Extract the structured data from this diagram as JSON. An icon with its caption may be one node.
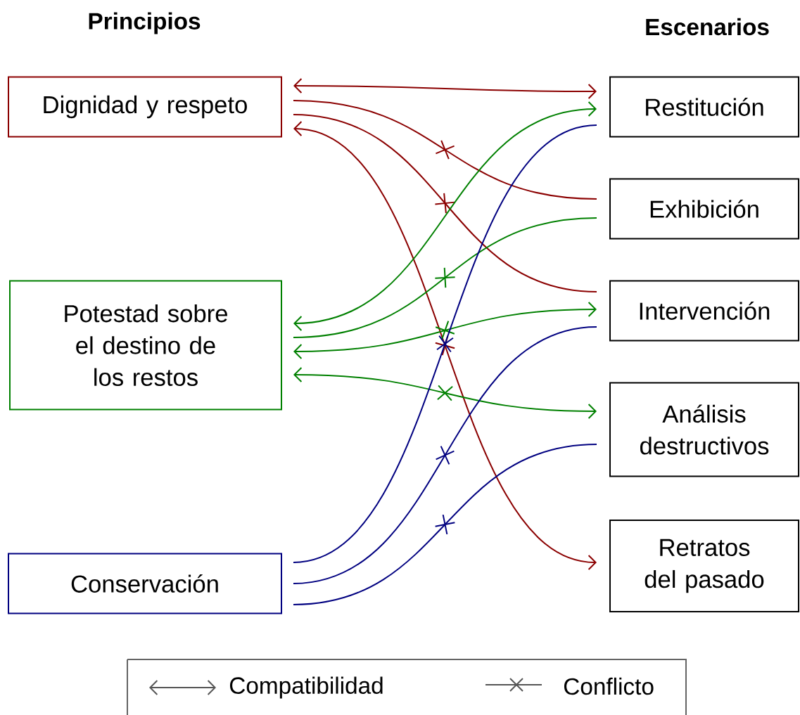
{
  "diagram": {
    "nodes": [
      {
        "text": [
          "Dignidad y respeto"
        ]
      },
      {
        "text": [
          "Potestad sobre el destino de los restos"
        ]
      },
      {
        "text": [
          "Conservación"
        ]
      },
      {
        "text": [
          "Restitución"
        ]
      },
      {
        "text": [
          "Exhibición"
        ]
      },
      {
        "text": [
          "Intervención"
        ]
      },
      {
        "text": [
          "Análisis destructivos"
        ]
      },
      {
        "text": [
          "Retratos del pasado"
        ]
      }
    ],
    "edges": [
      {
        "from": 0,
        "to": 3,
        "arrow": "both",
        "color": "#8b0000"
      },
      {
        "from": 0,
        "to": 4,
        "arrow": "none",
        "color": "#8b0000"
      },
      {
        "from": 0,
        "to": 5,
        "arrow": "none",
        "color": "#8b0000"
      },
      {
        "from": 0,
        "to": 7,
        "arrow": "both",
        "color": "#8b0000"
      },
      {
        "from": 1,
        "to": 3,
        "arrow": "both",
        "color": "#008000"
      },
      {
        "from": 1,
        "to": 4,
        "arrow": "none",
        "color": "#008000"
      },
      {
        "from": 1,
        "to": 5,
        "arrow": "both",
        "color": "#008000"
      },
      {
        "from": 1,
        "to": 6,
        "arrow": "both",
        "color": "#008000"
      },
      {
        "from": 2,
        "to": 3,
        "arrow": "none",
        "color": "#000080"
      },
      {
        "from": 2,
        "to": 5,
        "arrow": "none",
        "color": "#000080"
      },
      {
        "from": 2,
        "to": 6,
        "arrow": "none",
        "color": "#000080"
      }
    ],
    "labels": [
      "Principios",
      "Escenarios"
    ],
    "legend": [
      {
        "text": "Compatibilidad"
      },
      {
        "text": "Conflicto"
      }
    ]
  }
}
